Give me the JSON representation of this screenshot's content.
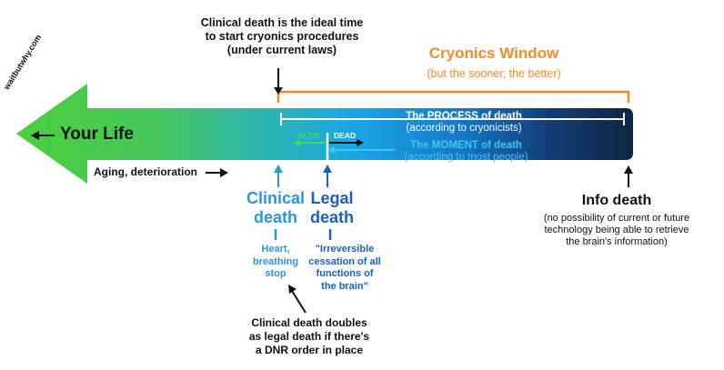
{
  "logo": "waitbutwhy.com",
  "top_note": {
    "line1": "Clinical death is the ideal time",
    "line2": "to start cryonics procedures",
    "line3": "(under current laws)"
  },
  "cryonics_window": {
    "title": "Cryonics Window",
    "subtitle": "(but the sooner, the better)"
  },
  "your_life": "Your Life",
  "aging": "Aging, deterioration",
  "process": {
    "title": "The PROCESS of death",
    "subtitle": "(according to cryonicists)"
  },
  "moment": {
    "title": "The MOMENT of death",
    "subtitle": "(according to most people)"
  },
  "alive": "ALIVE",
  "dead": "DEAD",
  "clinical": {
    "title1": "Clinical",
    "title2": "death",
    "detail1": "Heart,",
    "detail2": "breathing",
    "detail3": "stop"
  },
  "legal": {
    "title1": "Legal",
    "title2": "death",
    "detail1": "\"Irreversible",
    "detail2": "cessation of all",
    "detail3": "functions of",
    "detail4": "the brain\""
  },
  "bottom_note": {
    "line1": "Clinical death doubles",
    "line2": "as legal death if there's",
    "line3": "a DNR order in place"
  },
  "info_death": {
    "title": "Info death",
    "detail1": "(no possibility of current or future",
    "detail2": "technology being able to retrieve",
    "detail3": "the brain's information)"
  },
  "colors": {
    "life_green": "#4ccf3c",
    "process_dark": "#0f2540",
    "cryonics_orange": "#f28c28",
    "clinical_blue": "#2a96e0",
    "legal_blue": "#1a5fc8",
    "moment_cyan": "#3ec7f0"
  }
}
